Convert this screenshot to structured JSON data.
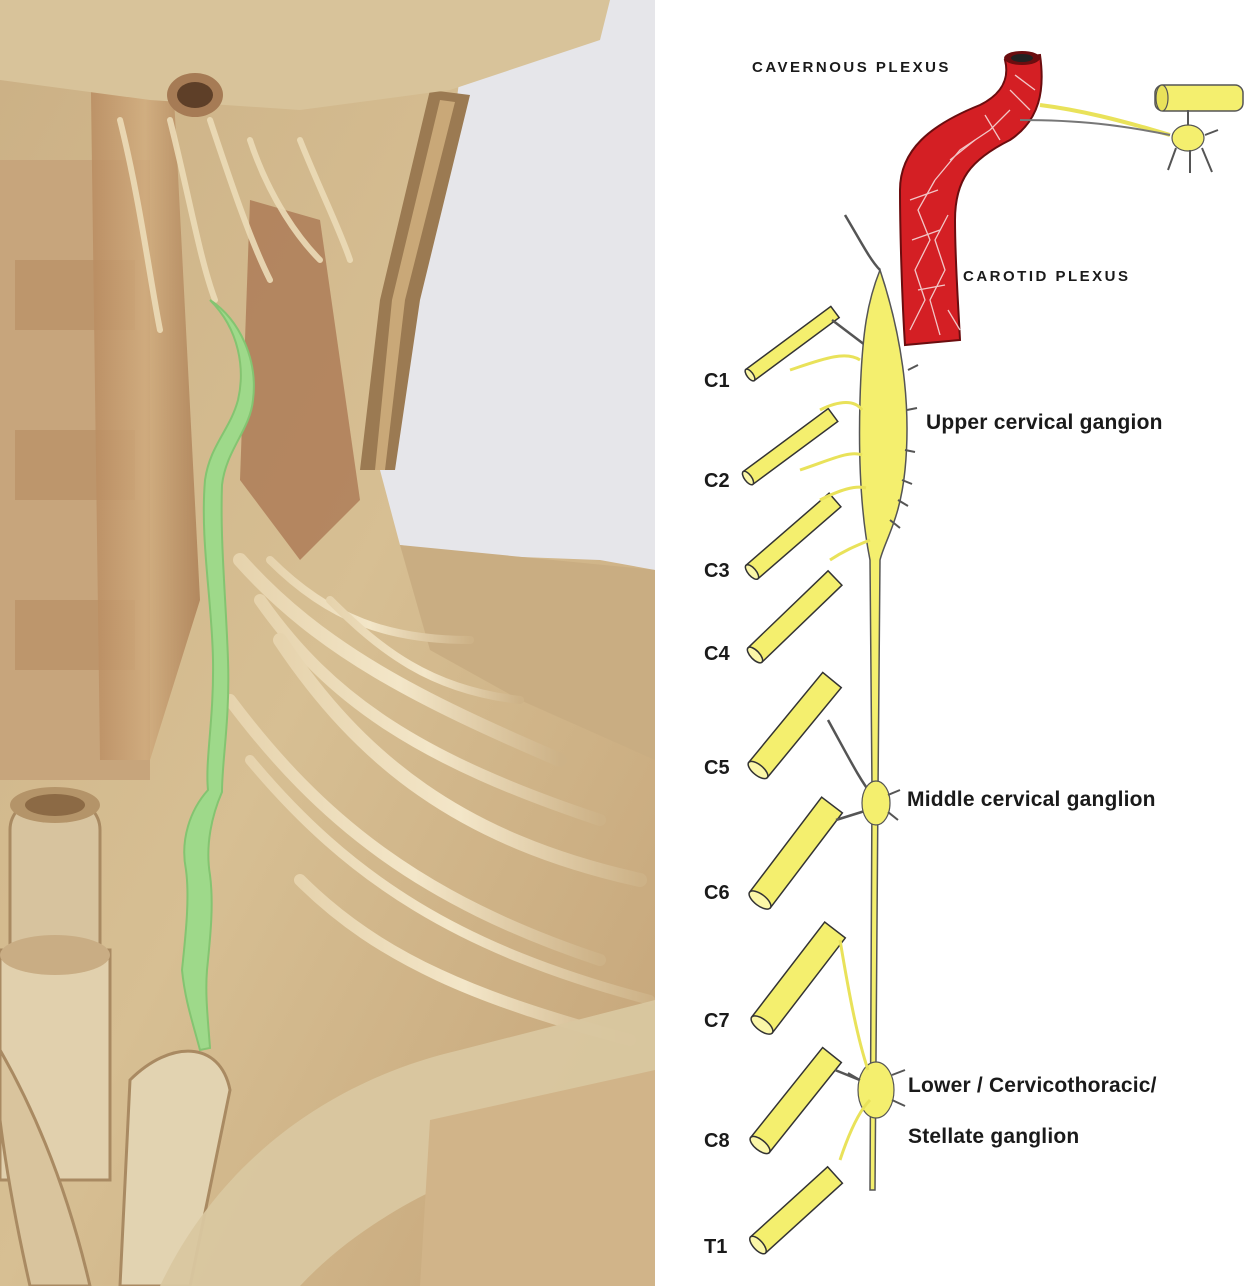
{
  "left_photo": {
    "highlight_color": "#9ed98a",
    "tissue_color": "#d9bf93"
  },
  "diagram": {
    "colors": {
      "nerve": "#f4ef6e",
      "artery": "#d41f24",
      "outline": "#333333"
    },
    "plexus_labels": {
      "cavernous": "CAVERNOUS PLEXUS",
      "carotid": "CAROTID PLEXUS"
    },
    "ganglia": {
      "upper": "Upper cervical gangion",
      "middle": "Middle cervical ganglion",
      "lower_line1": "Lower / Cervicothoracic/",
      "lower_line2": "Stellate ganglion"
    },
    "spinal_nerves": [
      "C1",
      "C2",
      "C3",
      "C4",
      "C5",
      "C6",
      "C7",
      "C8",
      "T1"
    ]
  }
}
